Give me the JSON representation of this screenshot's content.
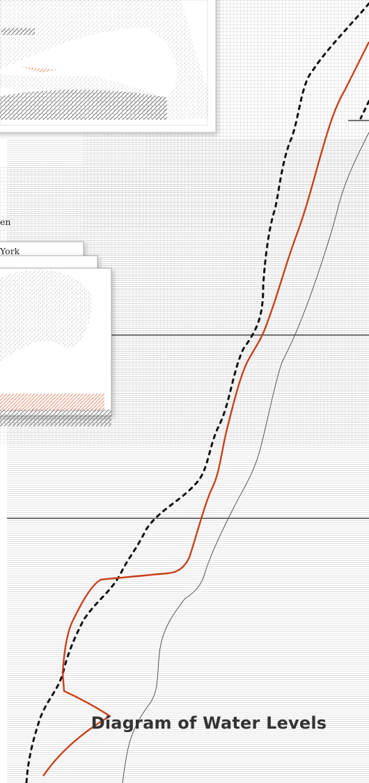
{
  "caption": "Diagram of Water Levels",
  "map_label": {
    "line1": "en",
    "line2": "York"
  },
  "colors": {
    "accent_line": "#c8401b",
    "dotted_line": "#111111",
    "thin_line": "#444444",
    "grid": "#c8c8c8",
    "rule": "#222222"
  }
}
